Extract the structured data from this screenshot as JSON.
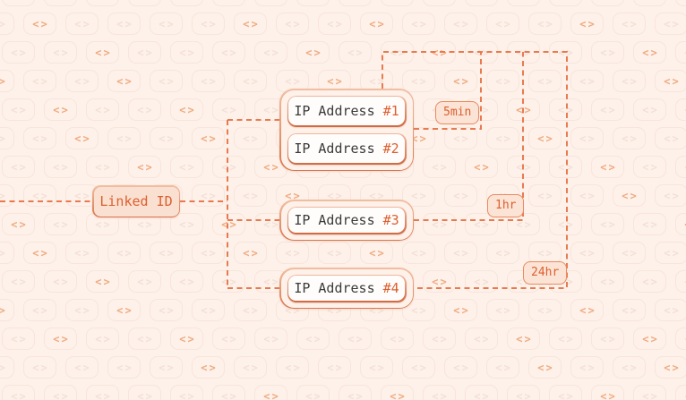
{
  "root_node": {
    "label": "Linked ID"
  },
  "groups": [
    {
      "items": [
        {
          "name": "IP Address",
          "number": "#1"
        },
        {
          "name": "IP Address",
          "number": "#2"
        }
      ],
      "timer": "5min"
    },
    {
      "items": [
        {
          "name": "IP Address",
          "number": "#3"
        }
      ],
      "timer": "1hr"
    },
    {
      "items": [
        {
          "name": "IP Address",
          "number": "#4"
        }
      ],
      "timer": "24hr"
    }
  ],
  "colors": {
    "background": "#fdf1ea",
    "connector": "#e97a50",
    "border_light": "#f2bfa2",
    "border_dark": "#d8754c",
    "node_fill": "#fffdfb",
    "root_fill": "#f9e0d1",
    "badge_fill": "#fbe4d5",
    "text_dark": "#3b3b3b",
    "text_accent": "#dd5f30"
  },
  "pattern": {
    "glyph": "<>"
  }
}
